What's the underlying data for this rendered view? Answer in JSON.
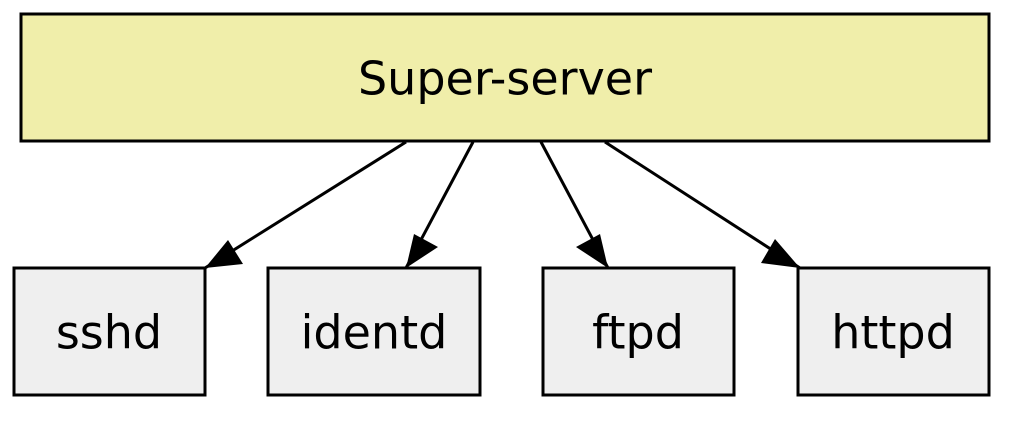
{
  "diagram": {
    "parent": {
      "label": "Super-server",
      "fill": "#f0eeaa"
    },
    "children": [
      {
        "label": "sshd"
      },
      {
        "label": "identd"
      },
      {
        "label": "ftpd"
      },
      {
        "label": "httpd"
      }
    ],
    "child_fill": "#efefef",
    "stroke": "#000000"
  }
}
